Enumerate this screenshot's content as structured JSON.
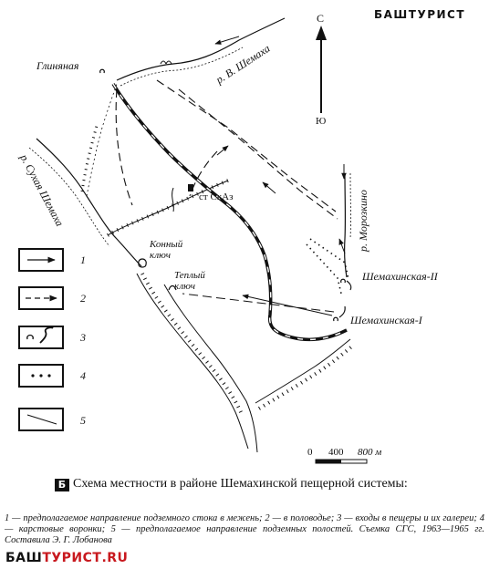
{
  "brand_top": "БАШТУРИСТ",
  "compass": {
    "north": "С",
    "south": "Ю"
  },
  "places": {
    "glinyanaya": "Глиняная",
    "river_v_shemaha": "р. В. Шемаха",
    "river_sukhaya_shemaha": "р. Сухая Шемаха",
    "river_morozkino": "р. Морозкино",
    "station": "ст СкАз",
    "konny_klyuch": "Конный ключ",
    "teply_klyuch": "Теплый ключ",
    "shemakhinskaya_2": "Шемахинская-II",
    "shemakhinskaya_1": "Шемахинская-I"
  },
  "legend": [
    {
      "num": "1",
      "symbol": "arrow-solid"
    },
    {
      "num": "2",
      "symbol": "arrow-dashed"
    },
    {
      "num": "3",
      "symbol": "cave-entrance"
    },
    {
      "num": "4",
      "symbol": "dots"
    },
    {
      "num": "5",
      "symbol": "line"
    }
  ],
  "scale": {
    "labels": [
      "0",
      "400",
      "800 м"
    ]
  },
  "caption": {
    "logo": "Б",
    "title": "Схема местности в районе Шемахинской пещерной системы:",
    "notes": "1 — предполагаемое направление подземного стока в межень; 2 — в половодье; 3 — входы в пещеры и их галереи; 4 — карстовые воронки; 5 — предполагаемое направление подземных полостей. Съемка СГС, 1963—1965 гг. Составила Э. Г. Лобанова"
  },
  "brand_bottom": {
    "part1": "БАШ",
    "part2": "ТУРИСТ.RU"
  }
}
